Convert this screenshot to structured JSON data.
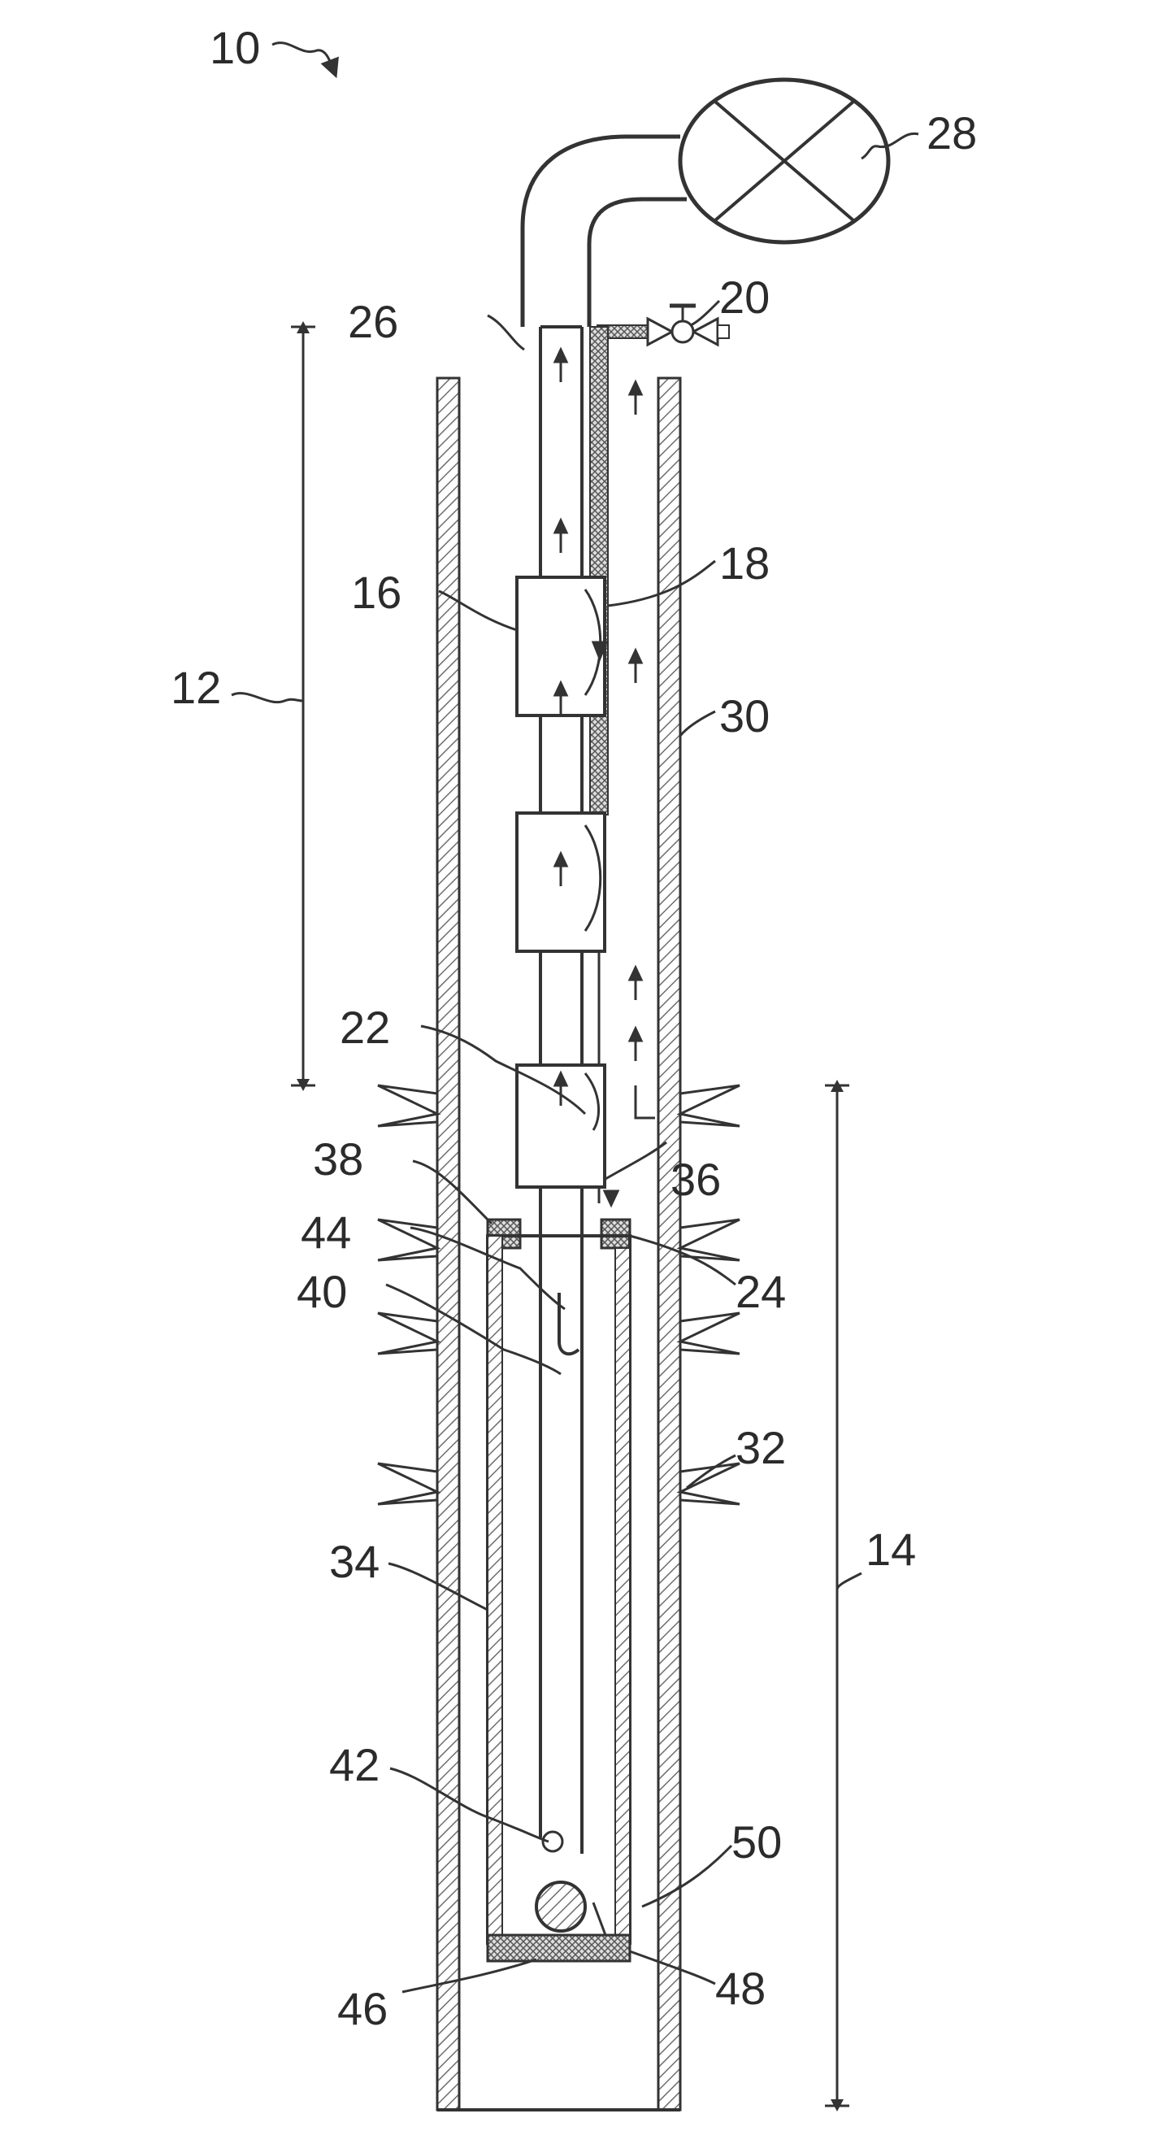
{
  "figure": {
    "reference_numeral": "10",
    "labels": {
      "l12": "12",
      "l14": "14",
      "l16": "16",
      "l18": "18",
      "l20": "20",
      "l22": "22",
      "l24": "24",
      "l26": "26",
      "l28": "28",
      "l30": "30",
      "l32": "32",
      "l34": "34",
      "l36": "36",
      "l38": "38",
      "l40": "40",
      "l42": "42",
      "l44": "44",
      "l46": "46",
      "l48": "48",
      "l50": "50"
    },
    "colors": {
      "line": "#3a3a3a",
      "hatch": "#6e6e6e"
    }
  }
}
